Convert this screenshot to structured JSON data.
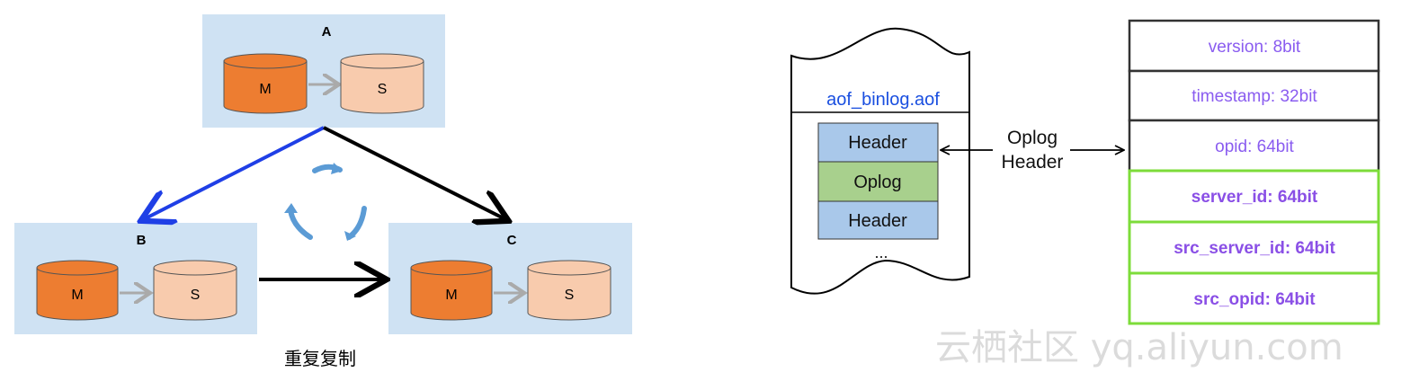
{
  "replication": {
    "node_a": {
      "label": "A",
      "master": "M",
      "slave": "S"
    },
    "node_b": {
      "label": "B",
      "master": "M",
      "slave": "S"
    },
    "node_c": {
      "label": "C",
      "master": "M",
      "slave": "S"
    },
    "caption": "重复复制"
  },
  "aof_file": {
    "title": "aof_binlog.aof",
    "records": [
      "Header",
      "Oplog",
      "Header"
    ],
    "ellipsis": "..."
  },
  "oplog_header_label": [
    "Oplog",
    "Header"
  ],
  "header_fields": [
    {
      "text": "version: 8bit",
      "bold": false
    },
    {
      "text": "timestamp: 32bit",
      "bold": false
    },
    {
      "text": "opid: 64bit",
      "bold": false
    },
    {
      "text": "server_id: 64bit",
      "bold": true
    },
    {
      "text": "src_server_id: 64bit",
      "bold": true
    },
    {
      "text": "src_opid: 64bit",
      "bold": true
    }
  ],
  "watermark": "云栖社区 yq.aliyun.com",
  "colors": {
    "node_box": "#cfe2f3",
    "master_fill": "#ed7d31",
    "slave_fill": "#f8cbad",
    "arrow_blue": "#1f3fe6",
    "arrow_black": "#000000",
    "cycle_arrows": "#5b9bd5",
    "header_record": "#a9c8ea",
    "oplog_record": "#a8d08d",
    "field_text": "#8a5cf0",
    "highlight_border": "#7ddc3a"
  }
}
